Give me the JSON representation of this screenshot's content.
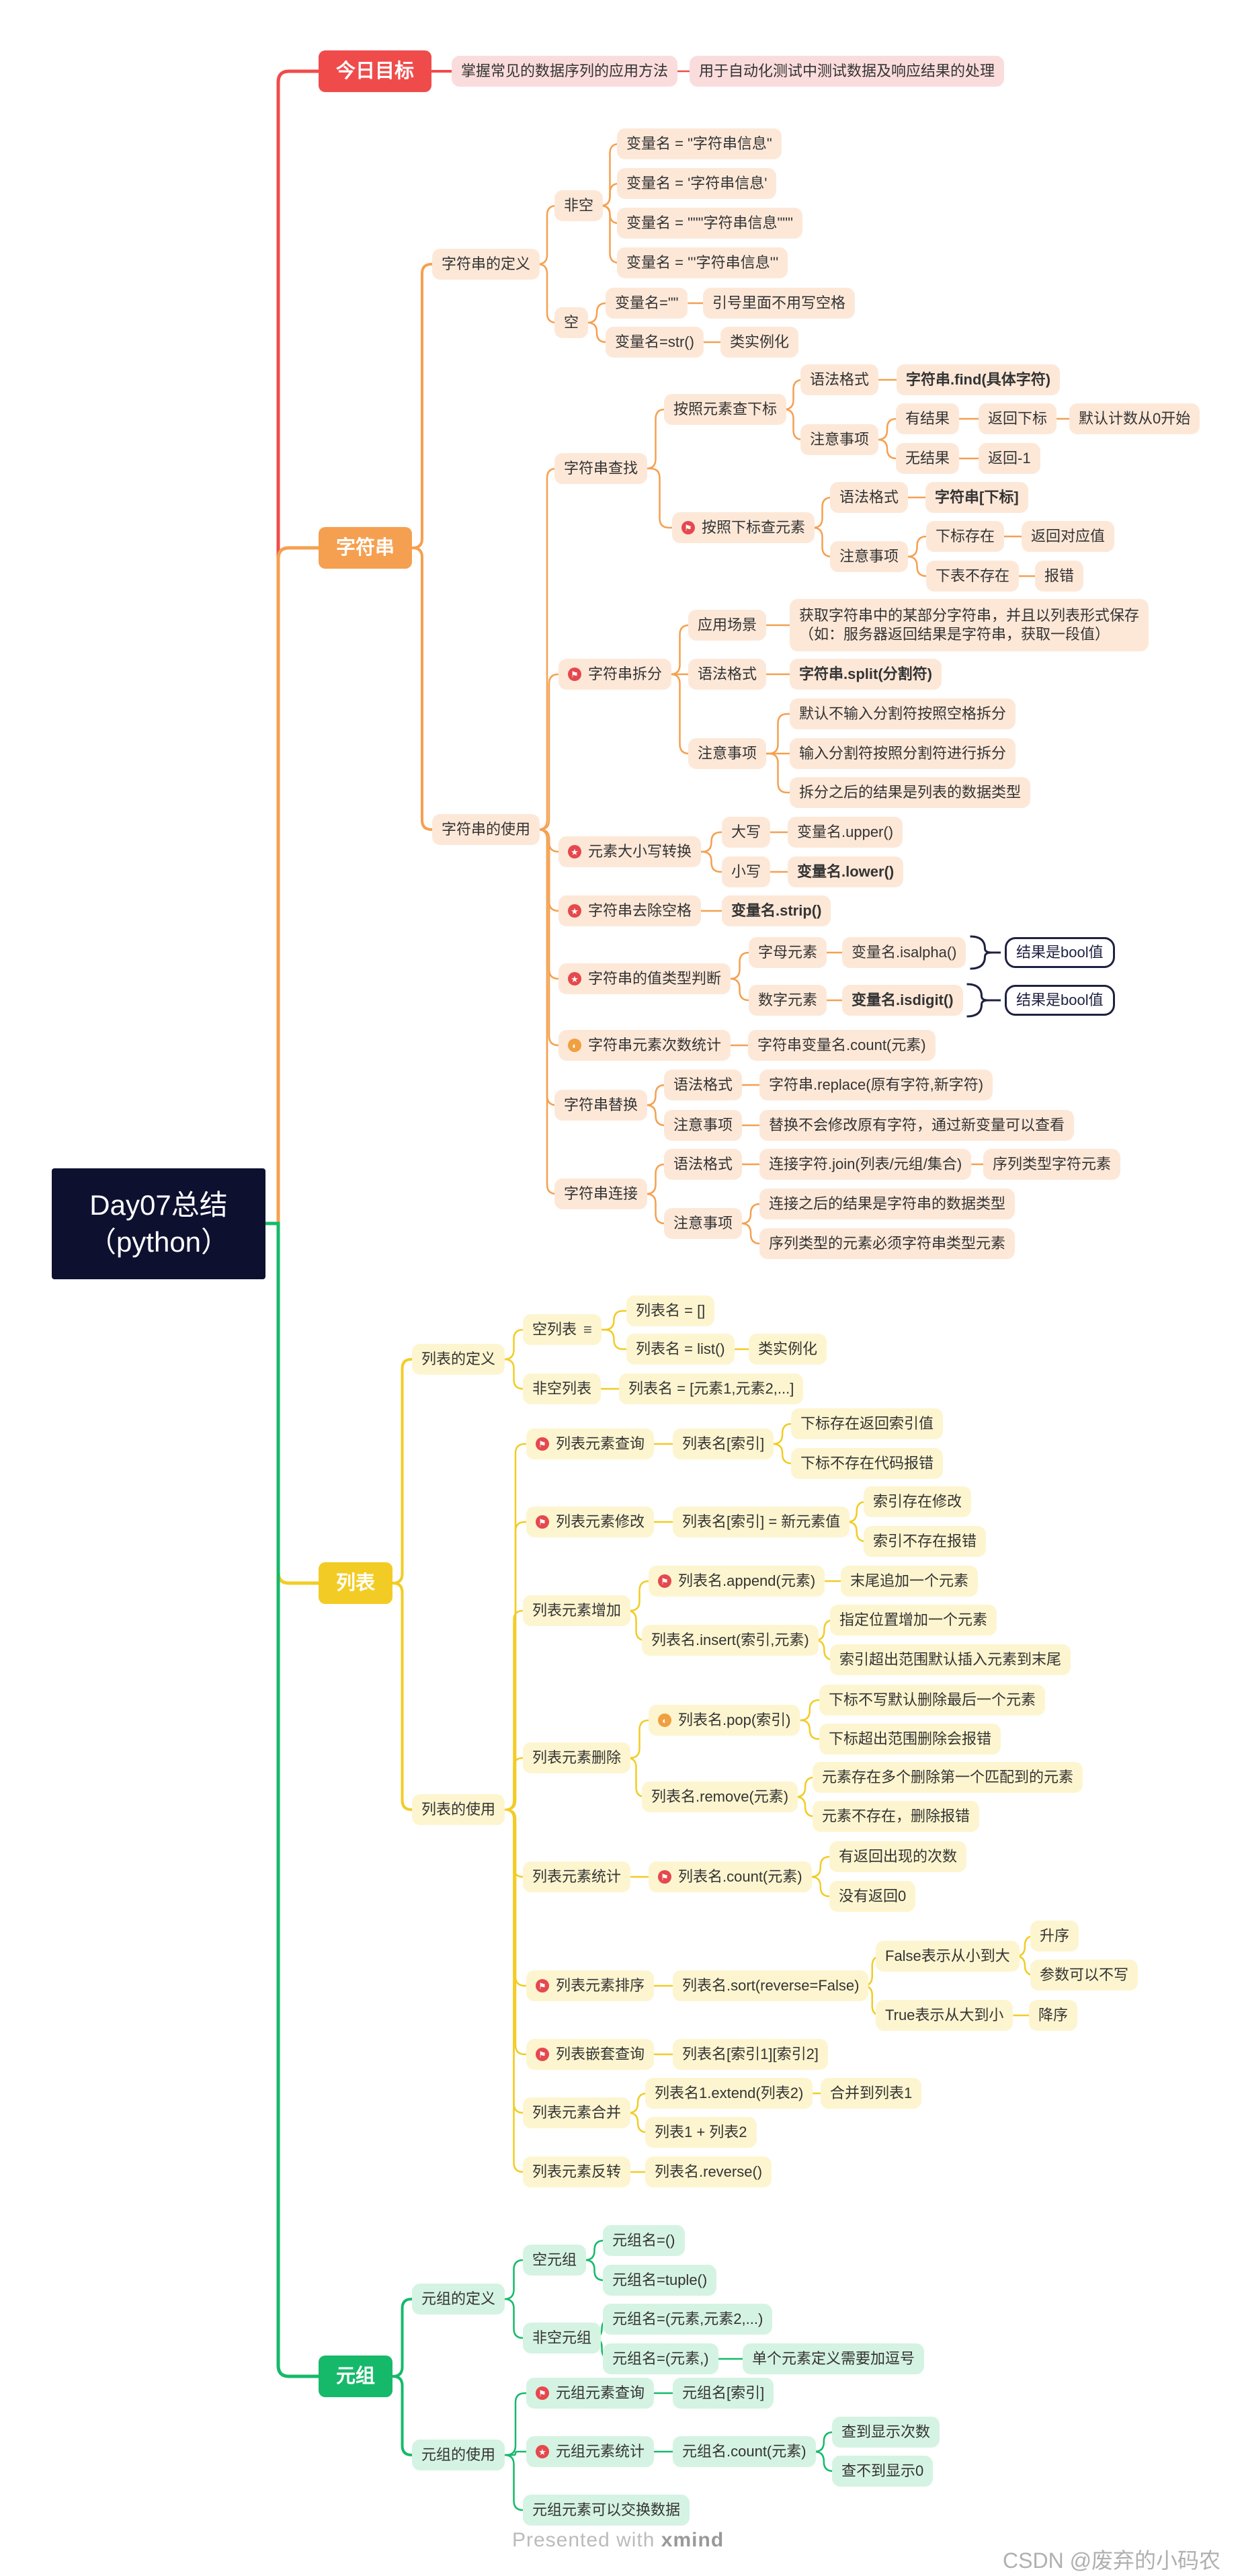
{
  "root": {
    "line1": "Day07总结",
    "line2": "（python）"
  },
  "colors": {
    "goal": "#f04b4b",
    "string": "#f5a050",
    "list": "#f2cc24",
    "tuple": "#16b96a"
  },
  "b1": {
    "label": "今日目标",
    "c1": "掌握常见的数据序列的应用方法",
    "c2": "用于自动化测试中测试数据及响应结果的处理"
  },
  "b2": {
    "label": "字符串",
    "def": {
      "label": "字符串的定义",
      "ne": {
        "label": "非空",
        "i": [
          "变量名 = \"字符串信息\"",
          "变量名 = '字符串信息'",
          "变量名 = \"\"\"字符串信息\"\"\"",
          "变量名 = '''字符串信息'''"
        ]
      },
      "em": {
        "label": "空",
        "a": "变量名=\"\"",
        "a1": "引号里面不用写空格",
        "b": "变量名=str()",
        "b1": "类实例化"
      }
    },
    "use": {
      "label": "字符串的使用",
      "find": {
        "label": "字符串查找",
        "byel": {
          "label": "按照元素查下标",
          "syn": "语法格式",
          "synv": "字符串.find(具体字符)",
          "note": "注意事项",
          "has": "有结果",
          "ret": "返回下标",
          "def0": "默认计数从0开始",
          "no": "无结果",
          "neg": "返回-1"
        },
        "byidx": {
          "label": "按照下标查元素",
          "syn": "语法格式",
          "synv": "字符串[下标]",
          "note": "注意事项",
          "ex": "下标存在",
          "exv": "返回对应值",
          "nex": "下表不存在",
          "nexv": "报错"
        }
      },
      "split": {
        "label": "字符串拆分",
        "scene": "应用场景",
        "scenev1": "获取字符串中的某部分字符串，并且以列表形式保存",
        "scenev2": "（如：服务器返回结果是字符串，获取一段值）",
        "syn": "语法格式",
        "synv": "字符串.split(分割符)",
        "note": "注意事项",
        "n1": "默认不输入分割符按照空格拆分",
        "n2": "输入分割符按照分割符进行拆分",
        "n3": "拆分之后的结果是列表的数据类型"
      },
      "case": {
        "label": "元素大小写转换",
        "up": "大写",
        "upv": "变量名.upper()",
        "lo": "小写",
        "lov": "变量名.lower()"
      },
      "strip": {
        "label": "字符串去除空格",
        "v": "变量名.strip()"
      },
      "type": {
        "label": "字符串的值类型判断",
        "al": "字母元素",
        "alv": "变量名.isalpha()",
        "dg": "数字元素",
        "dgv": "变量名.isdigit()",
        "bool1": "结果是bool值",
        "bool2": "结果是bool值"
      },
      "count": {
        "label": "字符串元素次数统计",
        "v": "字符串变量名.count(元素)"
      },
      "rep": {
        "label": "字符串替换",
        "syn": "语法格式",
        "synv": "字符串.replace(原有字符,新字符)",
        "note": "注意事项",
        "notev": "替换不会修改原有字符，通过新变量可以查看"
      },
      "join": {
        "label": "字符串连接",
        "syn": "语法格式",
        "synv": "连接字符.join(列表/元组/集合)",
        "synv2": "序列类型字符元素",
        "note": "注意事项",
        "n1": "连接之后的结果是字符串的数据类型",
        "n2": "序列类型的元素必须字符串类型元素"
      }
    }
  },
  "b3": {
    "label": "列表",
    "def": {
      "label": "列表的定义",
      "em": {
        "label": "空列表",
        "a": "列表名 = []",
        "b": "列表名 = list()",
        "b1": "类实例化"
      },
      "ne": {
        "label": "非空列表",
        "v": "列表名 = [元素1,元素2,...]"
      }
    },
    "use": {
      "label": "列表的使用",
      "q": {
        "label": "列表元素查询",
        "v": "列表名[索引]",
        "a": "下标存在返回索引值",
        "b": "下标不存在代码报错"
      },
      "m": {
        "label": "列表元素修改",
        "v": "列表名[索引] = 新元素值",
        "a": "索引存在修改",
        "b": "索引不存在报错"
      },
      "add": {
        "label": "列表元素增加",
        "ap": "列表名.append(元素)",
        "apv": "末尾追加一个元素",
        "ins": "列表名.insert(索引,元素)",
        "a": "指定位置增加一个元素",
        "b": "索引超出范围默认插入元素到末尾"
      },
      "del": {
        "label": "列表元素删除",
        "pop": "列表名.pop(索引)",
        "pa": "下标不写默认删除最后一个元素",
        "pb": "下标超出范围删除会报错",
        "rm": "列表名.remove(元素)",
        "ra": "元素存在多个删除第一个匹配到的元素",
        "rb": "元素不存在，删除报错"
      },
      "cnt": {
        "label": "列表元素统计",
        "v": "列表名.count(元素)",
        "a": "有返回出现的次数",
        "b": "没有返回0"
      },
      "sort": {
        "label": "列表元素排序",
        "v": "列表名.sort(reverse=False)",
        "f": "False表示从小到大",
        "fa": "升序",
        "fb": "参数可以不写",
        "t": "True表示从大到小",
        "ta": "降序"
      },
      "nest": {
        "label": "列表嵌套查询",
        "v": "列表名[索引1][索引2]"
      },
      "merge": {
        "label": "列表元素合并",
        "a": "列表名1.extend(列表2)",
        "a1": "合并到列表1",
        "b": "列表1 + 列表2"
      },
      "rev": {
        "label": "列表元素反转",
        "v": "列表名.reverse()"
      }
    }
  },
  "b4": {
    "label": "元组",
    "def": {
      "label": "元组的定义",
      "em": {
        "label": "空元组",
        "a": "元组名=()",
        "b": "元组名=tuple()"
      },
      "ne": {
        "label": "非空元组",
        "a": "元组名=(元素,元素2,...)",
        "b": "元组名=(元素,)",
        "b1": "单个元素定义需要加逗号"
      }
    },
    "use": {
      "label": "元组的使用",
      "q": {
        "label": "元组元素查询",
        "v": "元组名[索引]"
      },
      "c": {
        "label": "元组元素统计",
        "v": "元组名.count(元素)",
        "a": "查到显示次数",
        "b": "查不到显示0"
      },
      "sw": "元组元素可以交换数据"
    }
  },
  "footer": {
    "presented": "Presented with",
    "brand": "xmind"
  },
  "credit": "CSDN @废弃的小码农"
}
